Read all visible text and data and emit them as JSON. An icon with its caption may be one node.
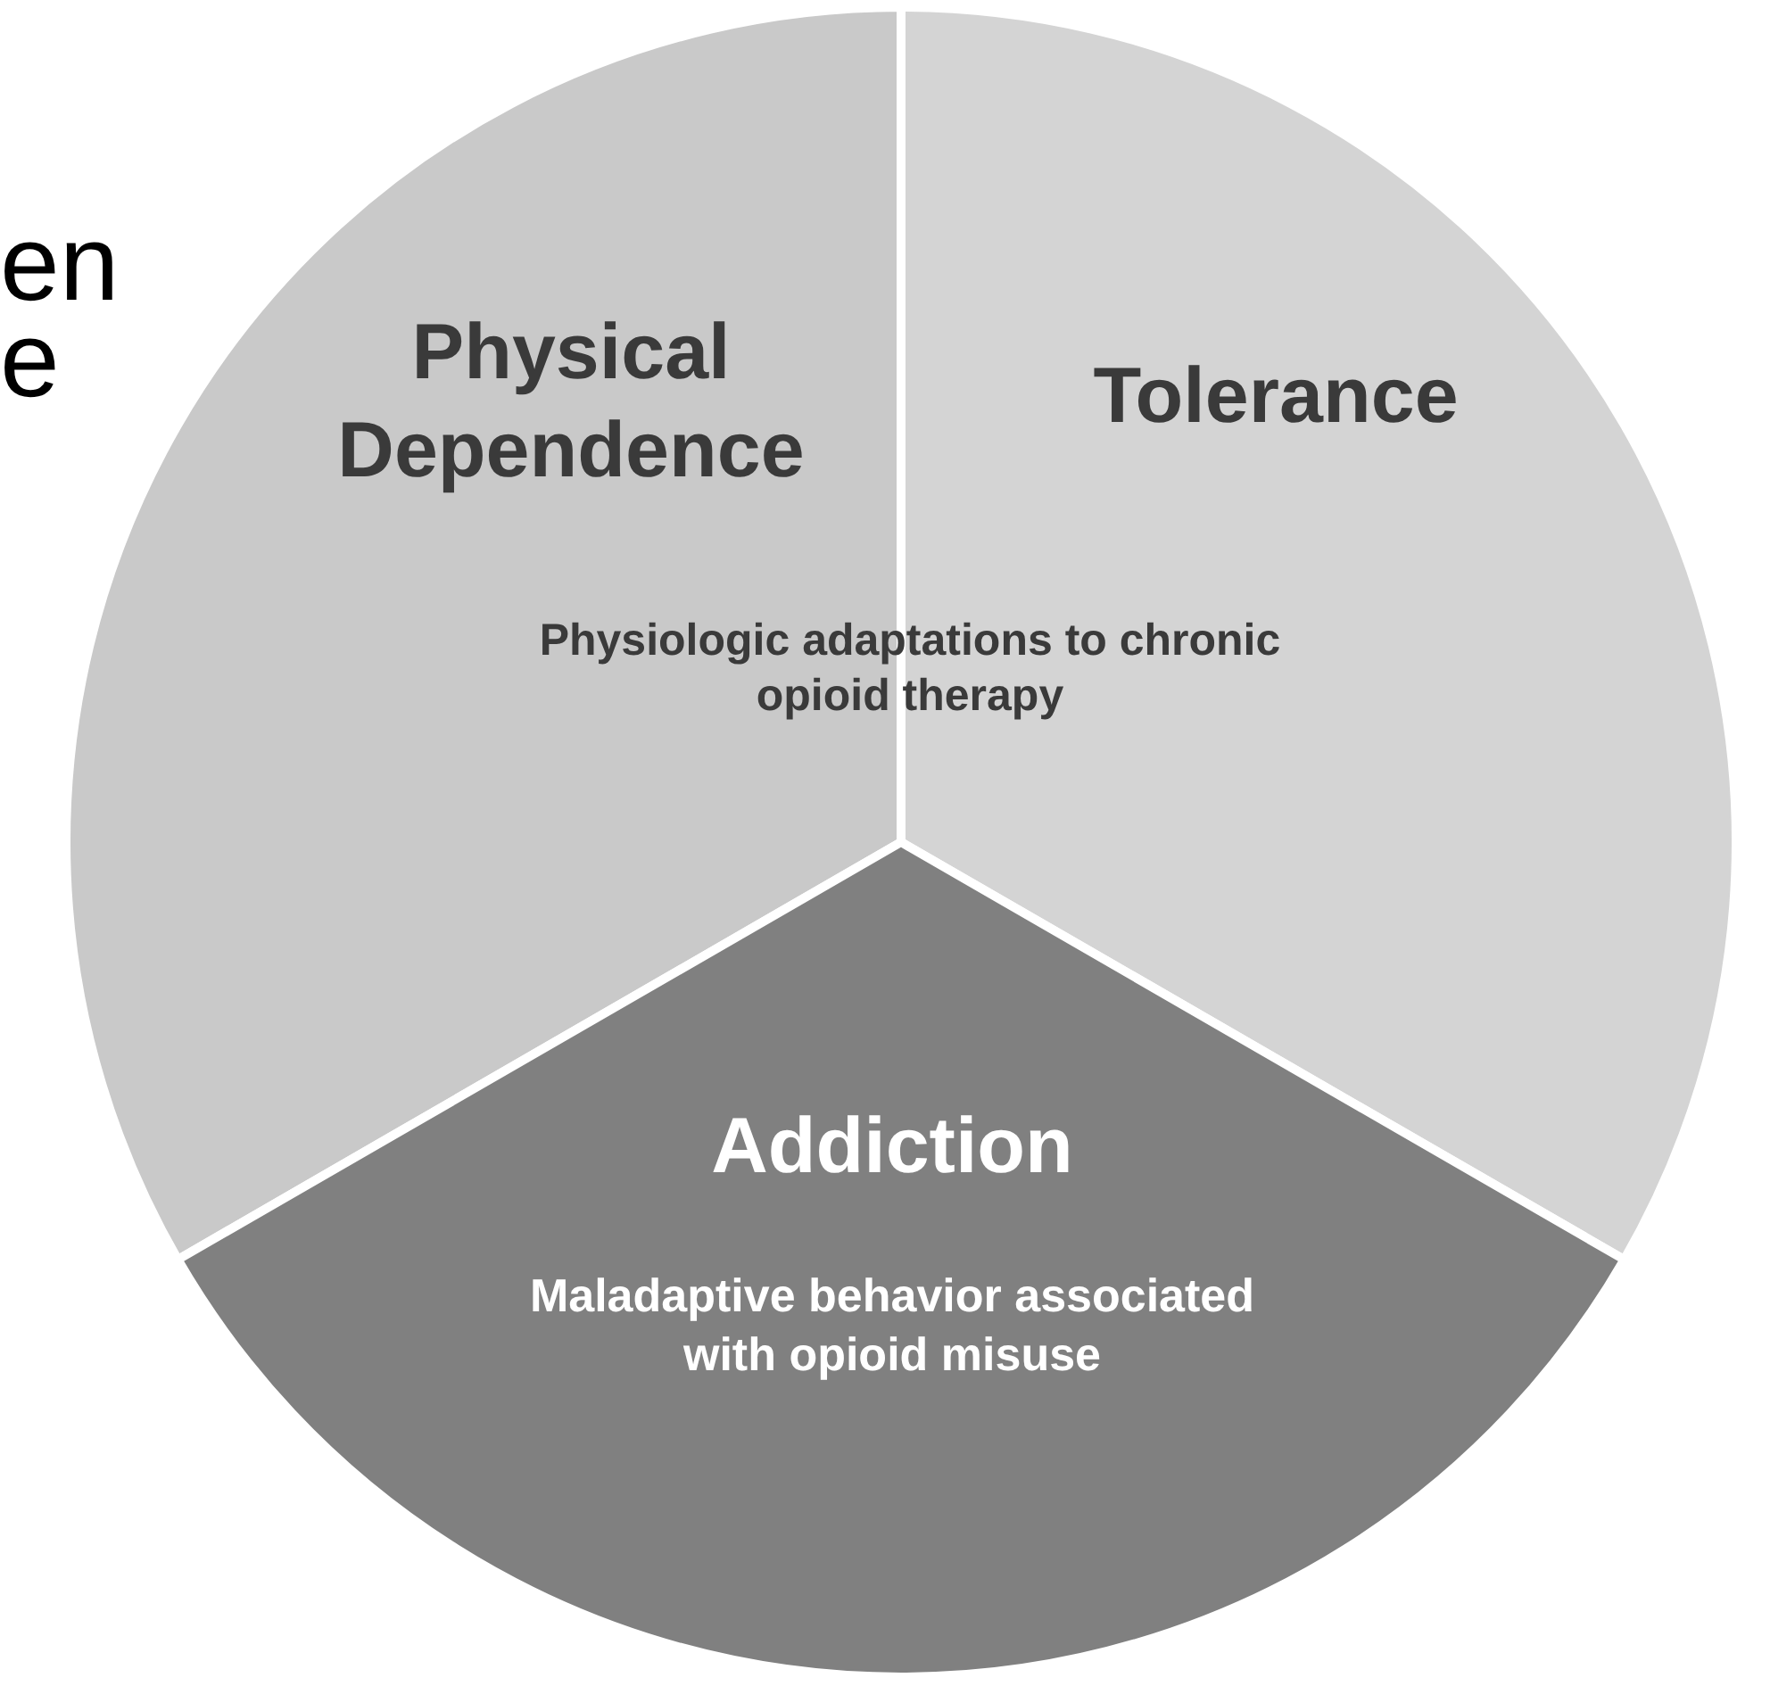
{
  "diagram": {
    "nodes": [
      {
        "text": [
          "Physical Dependence"
        ]
      },
      {
        "text": [
          "Tolerance"
        ]
      },
      {
        "text": [
          "Addiction",
          "Maladaptive behavior associated with opioid misuse"
        ]
      }
    ],
    "labels": [
      "en",
      "e",
      "Physiologic adaptations to chronic opioid therapy"
    ]
  }
}
